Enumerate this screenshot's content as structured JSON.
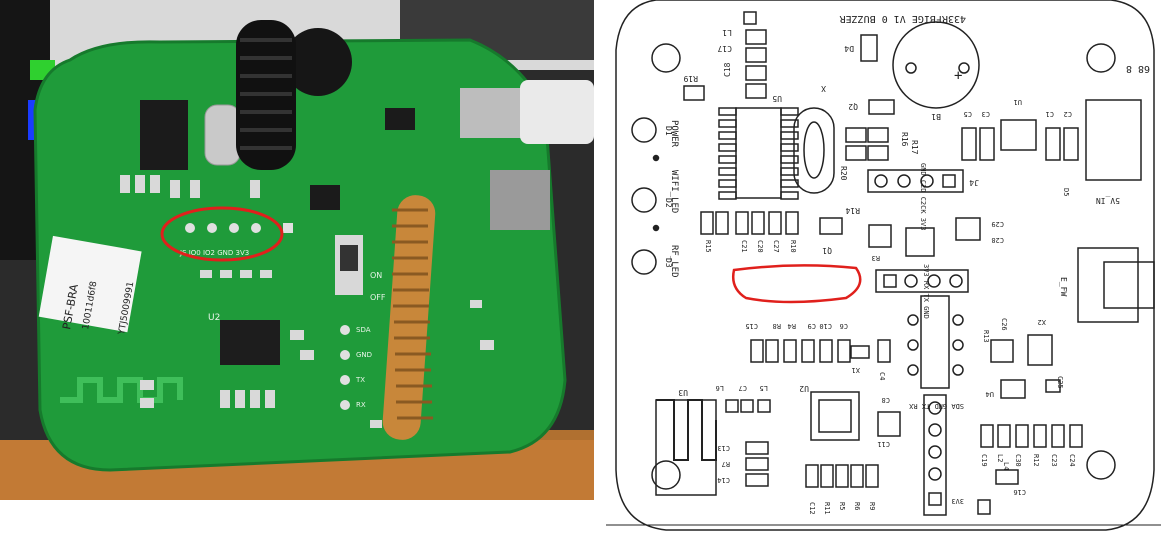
{
  "photo": {
    "board_labels": {
      "psf": "PSF-BRA",
      "serial": "10011d6f8",
      "code": "YTJ5009991",
      "j5_pins": "JS IO0 IO2 GND 3V3",
      "on": "ON",
      "off": "OFF",
      "header_pins": [
        "SDA",
        "GND",
        "TX",
        "RX"
      ],
      "u2": "U2"
    },
    "colors": {
      "pcb": "#1f9b3a",
      "highlight": "#e0201c",
      "antenna": "#c8873a"
    }
  },
  "schematic": {
    "title": "433RFBIGE V1 0 BUZZER",
    "labels": {
      "power": "POWER",
      "wifi_led": "WIFI_LED",
      "rf_led": "RF_LED",
      "d1": "D1",
      "d2": "D2",
      "d3": "D3",
      "u5": "U5",
      "u1": "U1",
      "u2": "U2",
      "u3": "U3",
      "u4": "U4",
      "b1": "B1",
      "q1": "Q1",
      "q2": "Q2",
      "j4": "J4",
      "j4_pins": "GND C2D C2CK 3V3",
      "j3_pins": "3V3 RX TX GND",
      "j2_pins": "SDA GND TX RX",
      "5v_in": "5V_IN",
      "x1": "X1",
      "x2": "X2",
      "e_fw": "E_FW",
      "r14": "R14",
      "r20": "R20",
      "r3": "R3",
      "r10": "R10",
      "r15": "R15",
      "c21": "C21",
      "c20": "C20",
      "c27": "C27",
      "c28": "C28",
      "c29": "C29",
      "c15": "C15",
      "r4": "R4",
      "r8": "R8",
      "c9": "C9",
      "c10": "C10",
      "c6": "C6",
      "c4": "C4",
      "r13": "R13",
      "c26": "C26",
      "c25": "C25",
      "c13": "C13",
      "r7": "R7",
      "c14": "C14",
      "c12": "C12",
      "r11": "R11",
      "r5": "R5",
      "r6": "R6",
      "r9": "R9",
      "c8": "C8",
      "c11": "C11",
      "c19": "C19",
      "l2": "L2",
      "c30": "C30",
      "l4": "L4",
      "r12": "R12",
      "c23": "C23",
      "c24": "C24",
      "c16": "C16",
      "l6": "L6",
      "c7": "C7",
      "l5": "L5",
      "c17": "C17",
      "l1": "L1",
      "c18": "C18",
      "r19": "R19",
      "d4": "D4",
      "d5": "D5",
      "c5": "C5",
      "c3": "C3",
      "c1": "C1",
      "c2": "C2",
      "r16": "R16",
      "r17": "R17",
      "x_3v3": "3V3",
      "corner": "68 8"
    },
    "colors": {
      "line": "#222222",
      "highlight": "#e0201c"
    }
  }
}
